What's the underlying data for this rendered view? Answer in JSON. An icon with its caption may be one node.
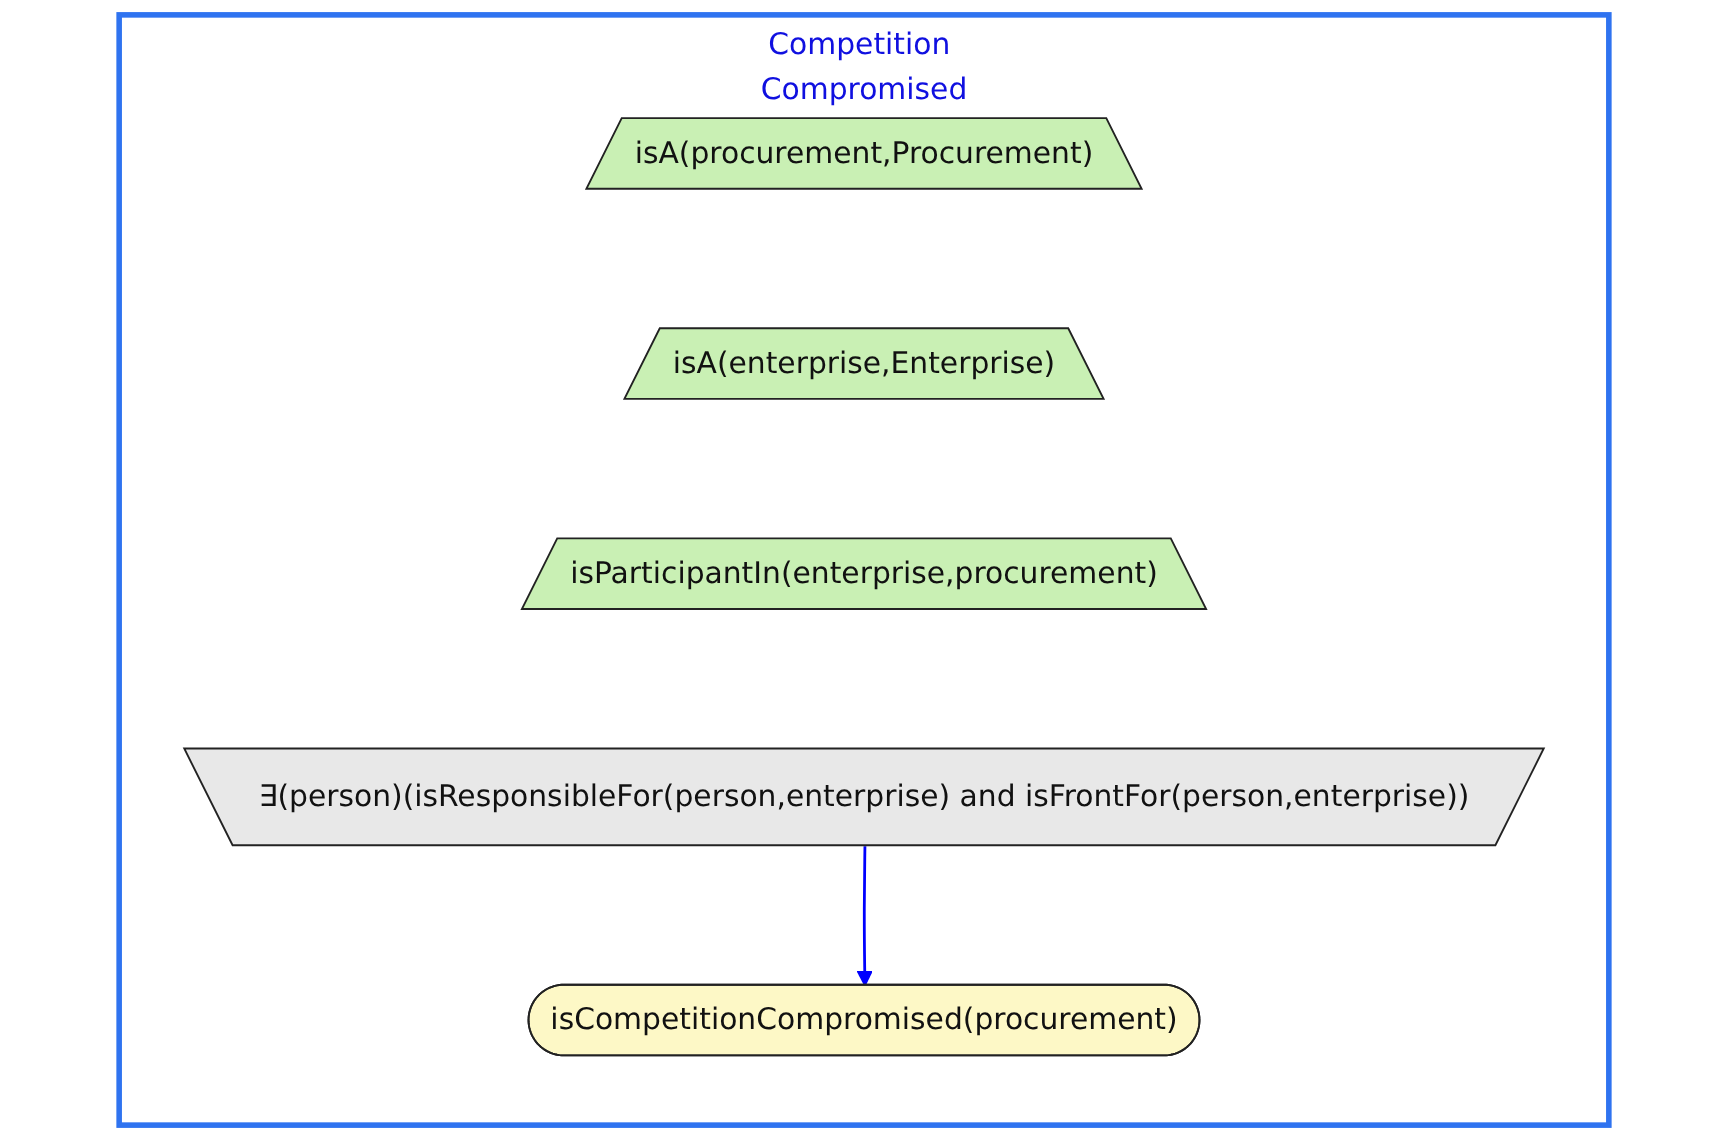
{
  "diagram": {
    "nodes": [
      {
        "text": [
          "Competition Compromised"
        ]
      },
      {
        "text": [
          "isA(procurement,Procurement)"
        ],
        "in": 0
      },
      {
        "text": [
          "isA(enterprise,Enterprise)"
        ],
        "in": 0
      },
      {
        "text": [
          "isParticipantIn(enterprise,procurement)"
        ],
        "in": 0
      },
      {
        "text": [
          "∃(person)(isResponsibleFor(person,enterprise) and isFrontFor(person,enterprise))"
        ],
        "in": 0
      },
      {
        "text": [
          "isCompetitionCompromised(procurement)"
        ],
        "in": 0
      }
    ],
    "edges": [
      {
        "from": 4,
        "to": 5,
        "arrow": "to",
        "color": "#0000ff"
      }
    ]
  }
}
